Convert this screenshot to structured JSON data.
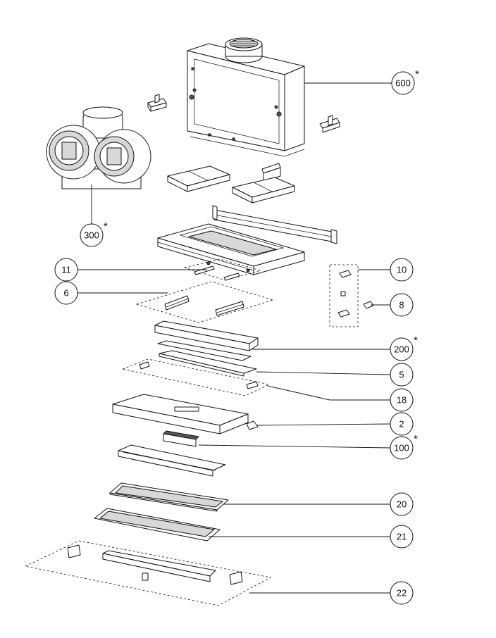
{
  "diagram": {
    "callouts": [
      {
        "id": "600",
        "star": "*"
      },
      {
        "id": "300",
        "star": "*"
      },
      {
        "id": "11",
        "star": ""
      },
      {
        "id": "6",
        "star": ""
      },
      {
        "id": "10",
        "star": ""
      },
      {
        "id": "8",
        "star": ""
      },
      {
        "id": "200",
        "star": "*"
      },
      {
        "id": "5",
        "star": ""
      },
      {
        "id": "18",
        "star": ""
      },
      {
        "id": "2",
        "star": ""
      },
      {
        "id": "100",
        "star": "*"
      },
      {
        "id": "20",
        "star": ""
      },
      {
        "id": "21",
        "star": ""
      },
      {
        "id": "22",
        "star": ""
      }
    ]
  }
}
